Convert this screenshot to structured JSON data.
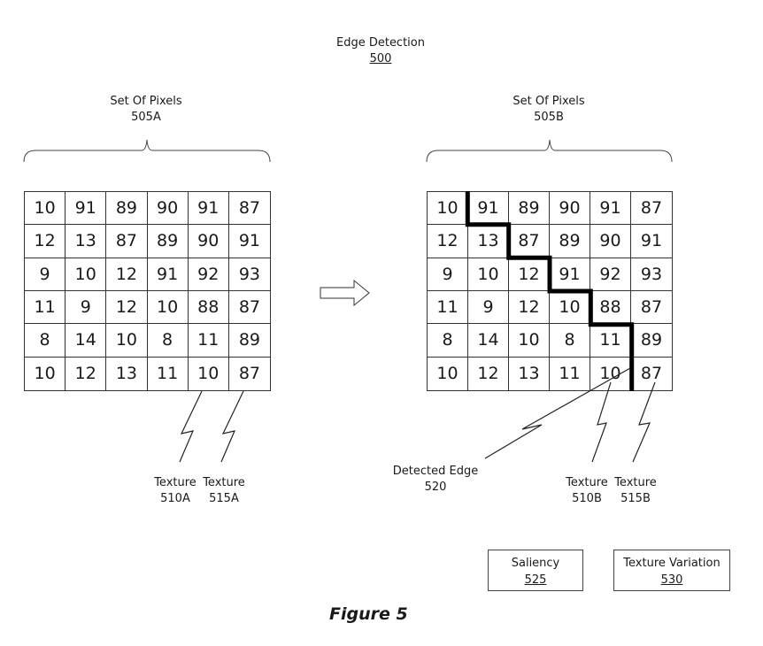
{
  "title": {
    "label": "Edge Detection",
    "ref": "500"
  },
  "set_a": {
    "label": "Set Of Pixels",
    "ref": "505A",
    "grid": [
      [
        10,
        91,
        89,
        90,
        91,
        87
      ],
      [
        12,
        13,
        87,
        89,
        90,
        91
      ],
      [
        9,
        10,
        12,
        91,
        92,
        93
      ],
      [
        11,
        9,
        12,
        10,
        88,
        87
      ],
      [
        8,
        14,
        10,
        8,
        11,
        89
      ],
      [
        10,
        12,
        13,
        11,
        10,
        87
      ]
    ],
    "texture_1": {
      "label": "Texture",
      "ref": "510A"
    },
    "texture_2": {
      "label": "Texture",
      "ref": "515A"
    }
  },
  "set_b": {
    "label": "Set Of Pixels",
    "ref": "505B",
    "grid": [
      [
        10,
        91,
        89,
        90,
        91,
        87
      ],
      [
        12,
        13,
        87,
        89,
        90,
        91
      ],
      [
        9,
        10,
        12,
        91,
        92,
        93
      ],
      [
        11,
        9,
        12,
        10,
        88,
        87
      ],
      [
        8,
        14,
        10,
        8,
        11,
        89
      ],
      [
        10,
        12,
        13,
        11,
        10,
        87
      ]
    ],
    "edge_path_cells": [
      [
        0,
        1
      ],
      [
        1,
        1
      ],
      [
        1,
        2
      ],
      [
        2,
        2
      ],
      [
        2,
        3
      ],
      [
        3,
        3
      ],
      [
        3,
        4
      ],
      [
        4,
        4
      ],
      [
        4,
        5
      ],
      [
        5,
        5
      ]
    ],
    "detected_edge": {
      "label": "Detected Edge",
      "ref": "520"
    },
    "texture_1": {
      "label": "Texture",
      "ref": "510B"
    },
    "texture_2": {
      "label": "Texture",
      "ref": "515B"
    }
  },
  "saliency": {
    "label": "Saliency",
    "ref": "525"
  },
  "texture_variation": {
    "label": "Texture Variation",
    "ref": "530"
  },
  "figure_caption": "Figure 5",
  "arrow": "right-arrow-icon"
}
